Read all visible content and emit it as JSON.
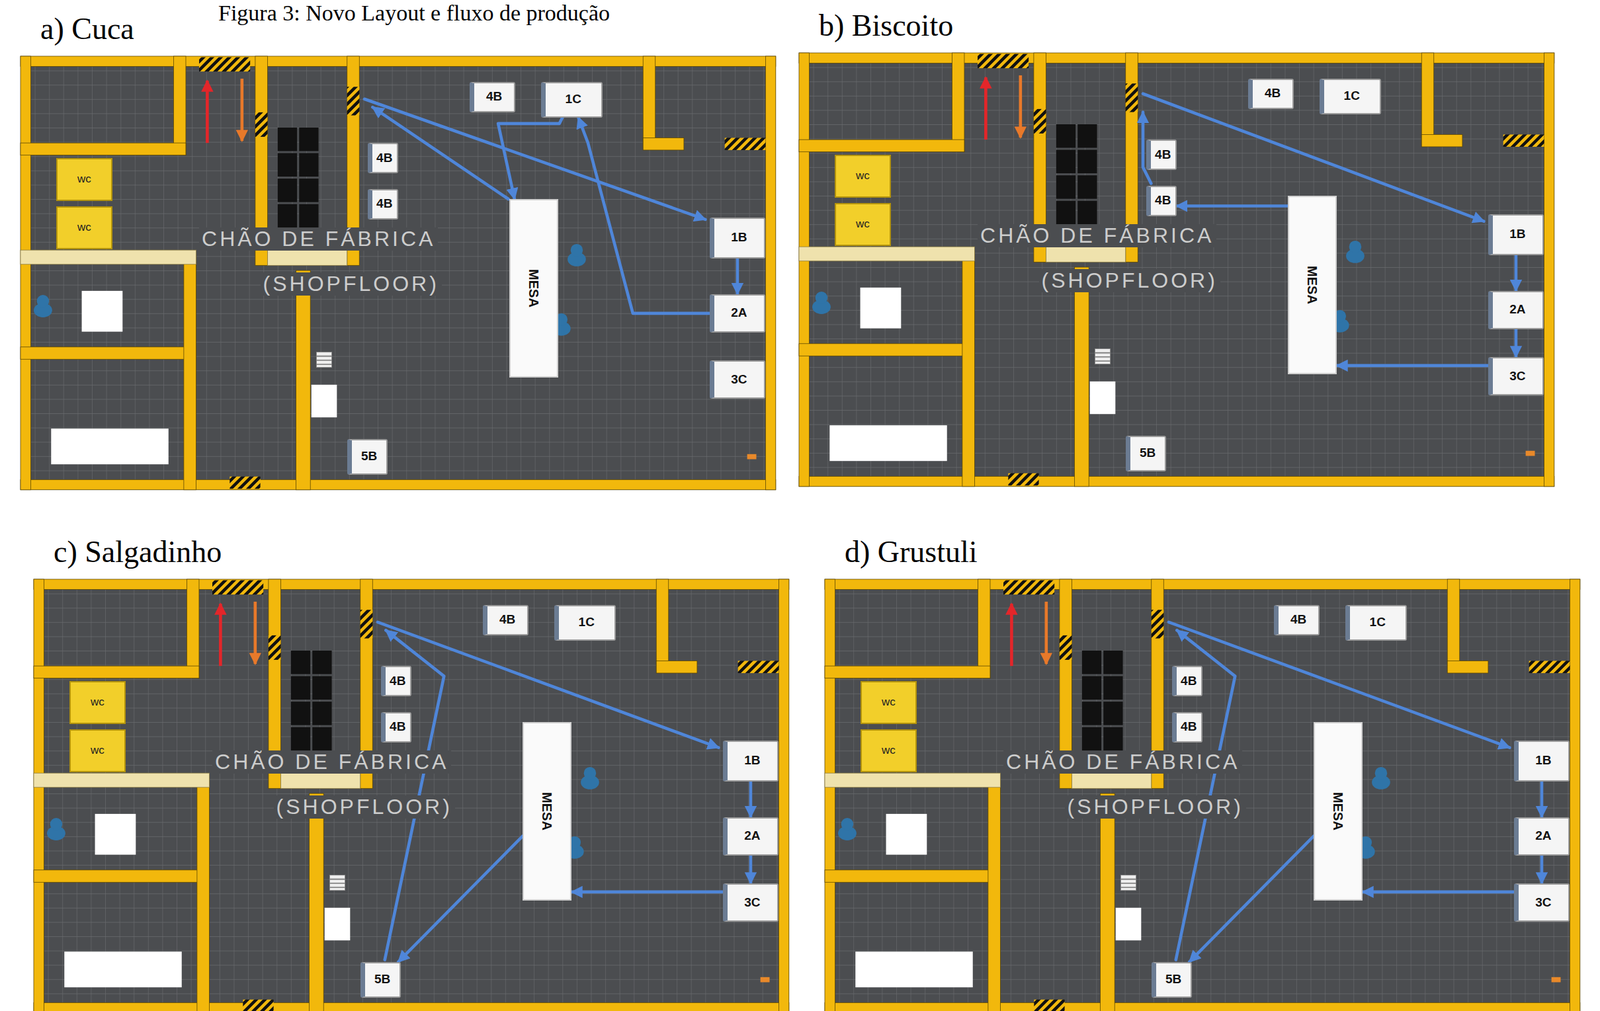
{
  "diagram": {
    "title": "Figura 3: Novo Layout e fluxo de produção",
    "nodes": [
      {
        "text": [
          "a) Cuca"
        ]
      },
      {
        "text": [
          "4B"
        ],
        "in": 0
      },
      {
        "text": [
          "1C"
        ],
        "in": 0
      },
      {
        "text": [
          "wc"
        ],
        "in": 0
      },
      {
        "text": [
          "wc"
        ],
        "in": 0
      },
      {
        "text": [
          "4B"
        ],
        "in": 0
      },
      {
        "text": [
          "4B"
        ],
        "in": 0
      },
      {
        "text": [
          "MESA"
        ],
        "in": 0
      },
      {
        "text": [
          "1B"
        ],
        "in": 0
      },
      {
        "text": [
          "2A"
        ],
        "in": 0
      },
      {
        "text": [
          "3C"
        ],
        "in": 0
      },
      {
        "text": [
          "5B"
        ],
        "in": 0
      },
      {
        "text": [
          "b) Biscoito"
        ]
      },
      {
        "text": [
          "4B"
        ],
        "in": 12
      },
      {
        "text": [
          "1C"
        ],
        "in": 12
      },
      {
        "text": [
          "wc"
        ],
        "in": 12
      },
      {
        "text": [
          "wc"
        ],
        "in": 12
      },
      {
        "text": [
          "4B"
        ],
        "in": 12
      },
      {
        "text": [
          "4B"
        ],
        "in": 12
      },
      {
        "text": [
          "MESA"
        ],
        "in": 12
      },
      {
        "text": [
          "1B"
        ],
        "in": 12
      },
      {
        "text": [
          "2A"
        ],
        "in": 12
      },
      {
        "text": [
          "3C"
        ],
        "in": 12
      },
      {
        "text": [
          "5B"
        ],
        "in": 12
      },
      {
        "text": [
          "c) Salgadinho"
        ]
      },
      {
        "text": [
          "4B"
        ],
        "in": 24
      },
      {
        "text": [
          "1C"
        ],
        "in": 24
      },
      {
        "text": [
          "wc"
        ],
        "in": 24
      },
      {
        "text": [
          "wc"
        ],
        "in": 24
      },
      {
        "text": [
          "4B"
        ],
        "in": 24
      },
      {
        "text": [
          "4B"
        ],
        "in": 24
      },
      {
        "text": [
          "MESA"
        ],
        "in": 24
      },
      {
        "text": [
          "1B"
        ],
        "in": 24
      },
      {
        "text": [
          "2A"
        ],
        "in": 24
      },
      {
        "text": [
          "3C"
        ],
        "in": 24
      },
      {
        "text": [
          "5B"
        ],
        "in": 24
      },
      {
        "text": [
          "d) Grustuli"
        ]
      },
      {
        "text": [
          "4B"
        ],
        "in": 36
      },
      {
        "text": [
          "1C"
        ],
        "in": 36
      },
      {
        "text": [
          "wc"
        ],
        "in": 36
      },
      {
        "text": [
          "wc"
        ],
        "in": 36
      },
      {
        "text": [
          "4B"
        ],
        "in": 36
      },
      {
        "text": [
          "4B"
        ],
        "in": 36
      },
      {
        "text": [
          "MESA"
        ],
        "in": 36
      },
      {
        "text": [
          "1B"
        ],
        "in": 36
      },
      {
        "text": [
          "2A"
        ],
        "in": 36
      },
      {
        "text": [
          "3C"
        ],
        "in": 36
      },
      {
        "text": [
          "5B"
        ],
        "in": 36
      }
    ],
    "edges": [
      {
        "from": 8,
        "to": 9,
        "arrow": "to"
      },
      {
        "from": 9,
        "to": 2,
        "arrow": "to"
      },
      {
        "from": 2,
        "to": 7,
        "arrow": "to"
      },
      {
        "from": 20,
        "to": 21,
        "arrow": "to"
      },
      {
        "from": 21,
        "to": 22,
        "arrow": "to"
      },
      {
        "from": 22,
        "to": 19,
        "arrow": "to"
      },
      {
        "from": 19,
        "to": 18,
        "arrow": "to"
      },
      {
        "from": 32,
        "to": 33,
        "arrow": "to"
      },
      {
        "from": 33,
        "to": 34,
        "arrow": "to"
      },
      {
        "from": 34,
        "to": 31,
        "arrow": "to"
      },
      {
        "from": 31,
        "to": 35,
        "arrow": "to"
      },
      {
        "from": 44,
        "to": 45,
        "arrow": "to"
      },
      {
        "from": 45,
        "to": 46,
        "arrow": "to"
      },
      {
        "from": 46,
        "to": 43,
        "arrow": "to"
      },
      {
        "from": 43,
        "to": 47,
        "arrow": "to"
      }
    ],
    "labels": [
      "CHÃO DE FÁBRICA",
      "(SHOPFLOOR)",
      "CHÃO DE FÁBRICA",
      "(SHOPFLOOR)",
      "CHÃO DE FÁBRICA",
      "(SHOPFLOOR)",
      "CHÃO DE FÁBRICA",
      "(SHOPFLOOR)"
    ]
  }
}
